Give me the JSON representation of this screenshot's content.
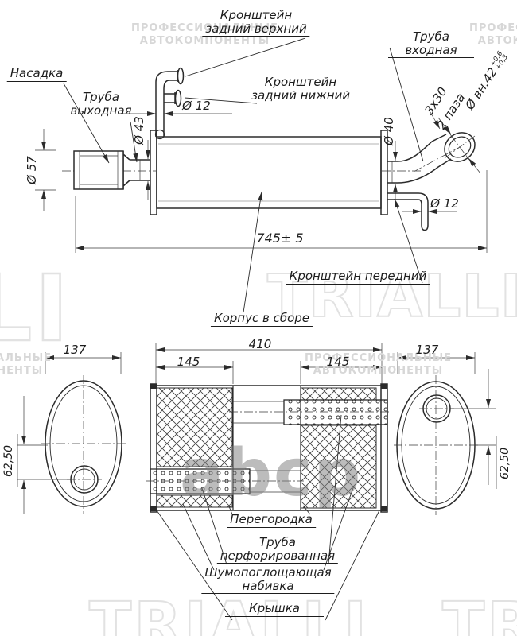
{
  "watermarks": {
    "brand": "TRIALLI",
    "portal": "abcp",
    "tagline": "ПРОФЕССИОНАЛЬНЫЕ\nАВТОКОМПОНЕНТЫ"
  },
  "top_view": {
    "labels": {
      "bracket_rear_upper": "Кронштейн\nзадний верхний",
      "bracket_rear_lower": "Кронштейн\nзадний нижний",
      "inlet_pipe": "Труба входная",
      "outlet_pipe": "Труба\nвыходная",
      "nozzle": "Насадка",
      "front_bracket": "Кронштейн передний",
      "body_assembly": "Корпус в сборе"
    },
    "dims": {
      "pin_d": "Ø 12",
      "outlet_d": "Ø 43",
      "nozzle_d": "Ø 57",
      "inlet_d": "Ø 40",
      "rod_d": "Ø 12",
      "length": "745± 5",
      "slot": "3x30",
      "slots_count": "2 паза",
      "inlet_inner_d": "Ø вн.42",
      "tol_up": "+0,6",
      "tol_low": "+0,3"
    }
  },
  "section_view": {
    "labels": {
      "partition": "Перегородка",
      "perforated_pipe": "Труба\nперфорированная",
      "absorbing_filler": "Шумопоглощающая\nнабивка",
      "cover": "Крышка"
    },
    "dims": {
      "total_length": "410",
      "filler_left": "145",
      "filler_right": "145",
      "end_width_left": "137",
      "end_width_right": "137",
      "hole_offset_left": "62,50",
      "hole_offset_right": "62,50"
    }
  }
}
